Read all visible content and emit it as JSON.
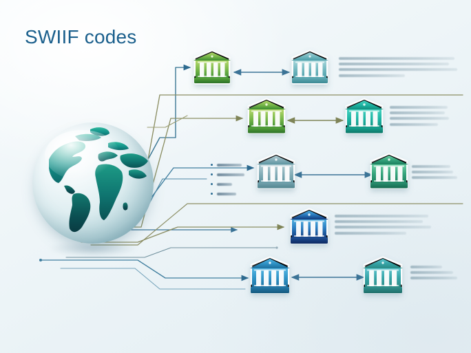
{
  "page": {
    "title": "SWIIF codes",
    "title_color": "#1a5f8c",
    "background_colors": [
      "#f7fbfc",
      "#eef5f8",
      "#e4eef3"
    ],
    "subject": "global bank network diagram"
  },
  "globe": {
    "name": "world-globe",
    "land_colors": [
      "#22a08a",
      "#10907f",
      "#0f7b72",
      "#0c5f5c",
      "#0a4a4c"
    ],
    "ocean_colors": [
      "#ffffff",
      "#e4f1f4",
      "#aacfd8"
    ]
  },
  "connectors": {
    "olive_color": "#8c8f63",
    "blue_color": "#4a7f9e",
    "style": "circuit-board traces with arrowheads"
  },
  "rows": [
    {
      "id": "row-1",
      "left_bank": {
        "name": "bank-green-1",
        "color_top": "#a8cf5a",
        "color_bottom": "#3f8f33"
      },
      "right_bank": {
        "name": "bank-teal-1",
        "color_top": "#8fc9cf",
        "color_bottom": "#4fa3ad"
      },
      "link": "double-arrow",
      "text_lines": 4
    },
    {
      "id": "row-2",
      "left_bank": {
        "name": "bank-green-2",
        "color_top": "#a3cd57",
        "color_bottom": "#3d8d31"
      },
      "right_bank": {
        "name": "bank-teal-2",
        "color_top": "#2fc2b4",
        "color_bottom": "#15907f"
      },
      "link": "double-arrow",
      "text_lines": 4
    },
    {
      "id": "row-3",
      "left_bank": {
        "name": "bank-slate-1",
        "color_top": "#9dc3cc",
        "color_bottom": "#5f97a3"
      },
      "right_bank": {
        "name": "bank-green-3",
        "color_top": "#5cc39b",
        "color_bottom": "#1d8361"
      },
      "link": "double-arrow",
      "text_lines": 3,
      "bullets": 4
    },
    {
      "id": "row-4",
      "left_bank": {
        "name": "bank-blue-1",
        "color_top": "#3fa3d6",
        "color_bottom": "#123a7a"
      },
      "right_bank": null,
      "link": "single-arrow",
      "text_lines": 4
    },
    {
      "id": "row-5",
      "left_bank": {
        "name": "bank-blue-2",
        "color_top": "#3fa8dc",
        "color_bottom": "#1f6f9e"
      },
      "right_bank": {
        "name": "bank-bluegreen-1",
        "color_top": "#4fb8c9",
        "color_bottom": "#2e8c86"
      },
      "link": "double-arrow",
      "text_lines": 3
    }
  ],
  "bullet_list": {
    "name": "feature-bullet-list",
    "items": [
      "blurred-text-1",
      "blurred-text-2",
      "blurred-text-3",
      "blurred-text-4"
    ],
    "bullet_color": "#2f6f96"
  },
  "text_blocks": [
    {
      "id": "text-row-1",
      "lines": [
        168,
        160,
        172,
        96
      ]
    },
    {
      "id": "text-row-2",
      "lines": [
        84,
        80,
        86,
        70
      ]
    },
    {
      "id": "text-row-3",
      "lines": [
        56,
        60,
        66
      ]
    },
    {
      "id": "text-row-4",
      "lines": [
        136,
        128,
        140,
        104
      ]
    },
    {
      "id": "text-row-5",
      "lines": [
        46,
        62,
        68
      ]
    }
  ]
}
